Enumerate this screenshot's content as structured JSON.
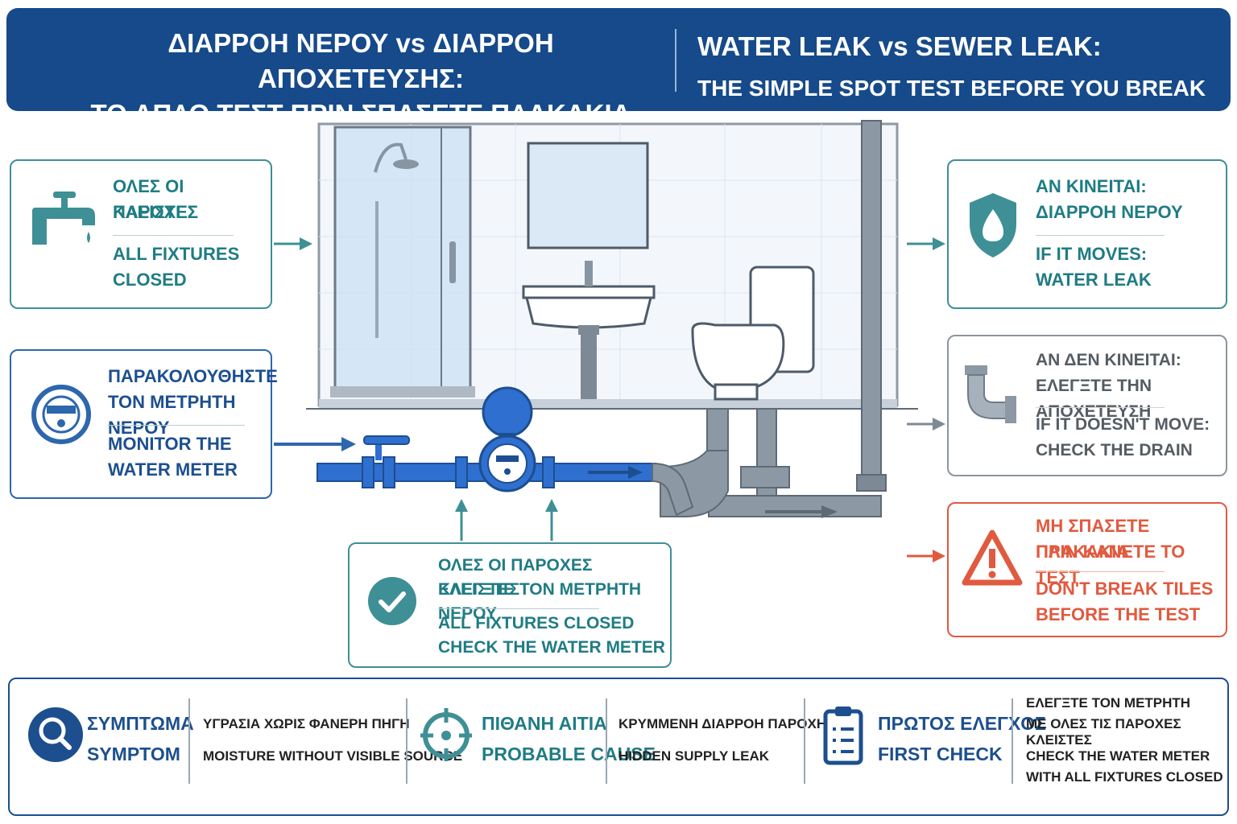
{
  "header": {
    "title_gr_line1": "ΔΙΑΡΡΟΗ ΝΕΡΟΥ vs ΔΙΑΡΡΟΗ ΑΠΟΧΕΤΕΥΣΗΣ:",
    "title_gr_line2": "ΤΟ ΑΠΛΟ ΤΕΣΤ ΠΡΙΝ ΣΠΑΣΕΤΕ ΠΛΑΚΑΚΙΑ",
    "title_en_line1": "WATER LEAK vs SEWER LEAK:",
    "title_en_line2": "THE SIMPLE SPOT TEST BEFORE YOU BREAK TILES"
  },
  "steps": {
    "fixtures_closed": {
      "gr_1": "ΟΛΕΣ ΟΙ ΠΑΡΟΧΕΣ",
      "gr_2": "ΚΛΕΙΣΤΕΣ",
      "en_1": "ALL FIXTURES",
      "en_2": "CLOSED",
      "icon": "faucet-icon"
    },
    "monitor_meter": {
      "gr_1": "ΠΑΡΑΚΟΛΟΥΘΗΣΤΕ",
      "gr_2": "ΤΟΝ ΜΕΤΡΗΤΗ ΝΕΡΟΥ",
      "en_1": "MONITOR THE",
      "en_2": "WATER METER",
      "icon": "water-meter-icon"
    },
    "check_meter": {
      "gr_1": "ΟΛΕΣ ΟΙ ΠΑΡΟΧΕΣ ΚΛΕΙΣΤΕΣ",
      "gr_2": "ΕΛΕΓΞΤΕ ΤΟΝ ΜΕΤΡΗΤΗ ΝΕΡΟΥ",
      "en_1": "ALL FIXTURES CLOSED",
      "en_2": "CHECK THE WATER METER",
      "icon": "checkmark-icon"
    }
  },
  "results": {
    "moves": {
      "gr_1": "ΑΝ ΚΙΝΕΙΤΑΙ:",
      "gr_2": "ΔΙΑΡΡΟΗ ΝΕΡΟΥ",
      "en_1": "IF IT MOVES:",
      "en_2": "WATER LEAK",
      "icon": "water-drop-shield-icon"
    },
    "not_moves": {
      "gr_1": "ΑΝ ΔΕΝ ΚΙΝΕΙΤΑΙ:",
      "gr_2": "ΕΛΕΓΞΤΕ ΤΗΝ ΑΠΟΧΕΤΕΥΣΗ",
      "en_1": "IF IT DOESN'T MOVE:",
      "en_2": "CHECK THE DRAIN",
      "icon": "drain-pipe-icon"
    },
    "warning": {
      "gr_1": "ΜΗ ΣΠΑΣΕΤΕ ΠΛΑΚΑΚΙΑ",
      "gr_2": "ΠΡΙΝ ΚΑΝΕΤΕ ΤΟ ΤΕΣΤ",
      "en_1": "DON'T BREAK TILES",
      "en_2": "BEFORE THE TEST",
      "icon": "warning-icon"
    }
  },
  "summary": {
    "symptom": {
      "label_gr": "ΣΥΜΠΤΩΜΑ",
      "label_en": "SYMPTOM",
      "value_gr": "ΥΓΡΑΣΙΑ ΧΩΡΙΣ ΦΑΝΕΡΗ ΠΗΓΗ",
      "value_en": "MOISTURE WITHOUT VISIBLE SOURCE",
      "icon": "magnifier-icon"
    },
    "cause": {
      "label_gr": "ΠΙΘΑΝΗ ΑΙΤΙΑ",
      "label_en": "PROBABLE CAUSE",
      "value_gr": "ΚΡΥΜΜΕΝΗ ΔΙΑΡΡΟΗ ΠΑΡΟΧΗΣ",
      "value_en": "HIDDEN SUPPLY LEAK",
      "icon": "target-icon"
    },
    "first_check": {
      "label_gr": "ΠΡΩΤΟΣ ΕΛΕΓΧΟΣ",
      "label_en": "FIRST CHECK",
      "value_gr_1": "ΕΛΕΓΞΤΕ ΤΟΝ ΜΕΤΡΗΤΗ",
      "value_gr_2": "ΜΕ ΟΛΕΣ ΤΙΣ ΠΑΡΟΧΕΣ ΚΛΕΙΣΤΕΣ",
      "value_en_1": "CHECK THE WATER METER",
      "value_en_2": "WITH ALL FIXTURES CLOSED",
      "icon": "clipboard-icon"
    }
  },
  "colors": {
    "header": "#164a8a",
    "teal": "#1f7c84",
    "blue": "#1d4f8f",
    "gray": "#555c63",
    "red": "#e05a3f",
    "supply_pipe": "#2f6fd0",
    "drain_pipe": "#7d8a96"
  }
}
